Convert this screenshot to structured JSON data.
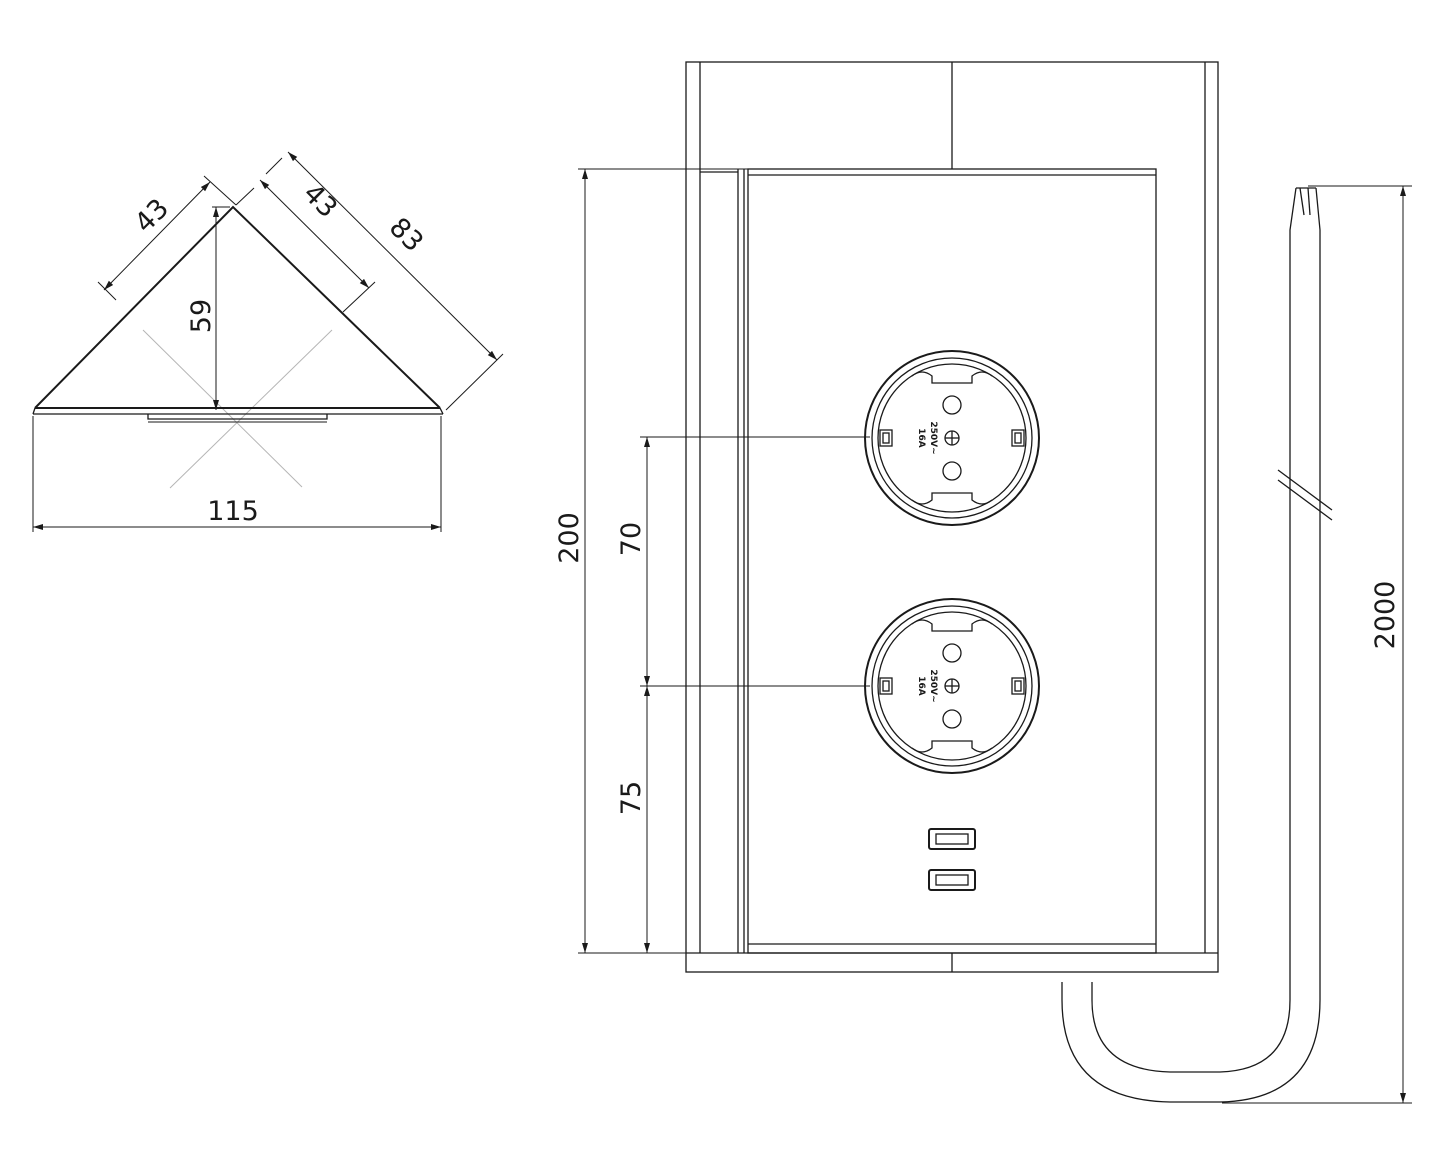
{
  "dimensions": {
    "corner_leg_left": "43",
    "corner_leg_right": "43",
    "corner_side": "83",
    "corner_height": "59",
    "corner_base": "115",
    "front_height": "200",
    "socket_spacing": "70",
    "socket_to_bottom": "75",
    "cable_length": "2000"
  },
  "socket_label": {
    "current": "16A",
    "voltage": "250V~"
  }
}
